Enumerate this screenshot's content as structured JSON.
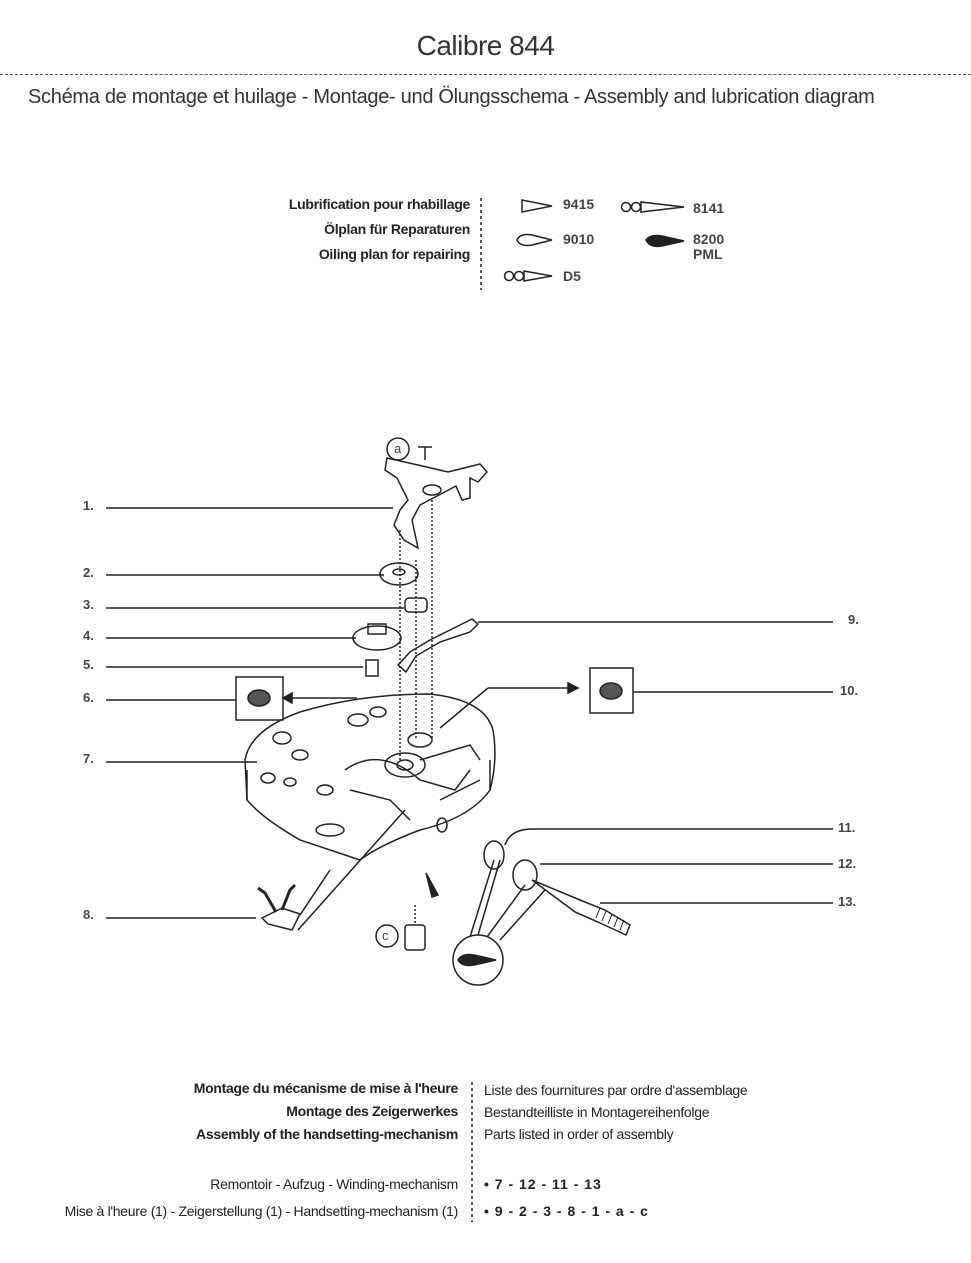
{
  "header": {
    "title": "Calibre 844",
    "subtitle": "Schéma de montage et huilage - Montage- und Ölungsschema - Assembly and lubrication diagram"
  },
  "legend": {
    "headings": [
      "Lubrification pour rhabillage",
      "Ölplan für Reparaturen",
      "Oiling plan for repairing"
    ],
    "codes": {
      "c9415": "9415",
      "c8141": "8141",
      "c9010": "9010",
      "c8200": "8200",
      "cPML": "PML",
      "cD5": "D5"
    }
  },
  "parts": {
    "p1": "1.",
    "p2": "2.",
    "p3": "3.",
    "p4": "4.",
    "p5": "5.",
    "p6": "6.",
    "p7": "7.",
    "p8": "8.",
    "p9": "9.",
    "p10": "10.",
    "p11": "11.",
    "p12": "12.",
    "p13": "13.",
    "a": "a",
    "c": "c"
  },
  "assembly": {
    "left_headings": [
      "Montage du mécanisme de mise à l'heure",
      "Montage des Zeigerwerkes",
      "Assembly of the handsetting-mechanism"
    ],
    "right_headings": [
      "Liste des fournitures par ordre d'assemblage",
      "Bestandteilliste in Montagereihenfolge",
      "Parts listed in order of assembly"
    ],
    "winding_label": "Remontoir - Aufzug - Winding-mechanism",
    "winding_seq": "• 7 - 12 - 11 - 13",
    "handset_label": "Mise à l'heure (1) - Zeigerstellung (1) - Handsetting-mechanism (1)",
    "handset_seq": "• 9 - 2 - 3 - 8 - 1 - a - c"
  }
}
